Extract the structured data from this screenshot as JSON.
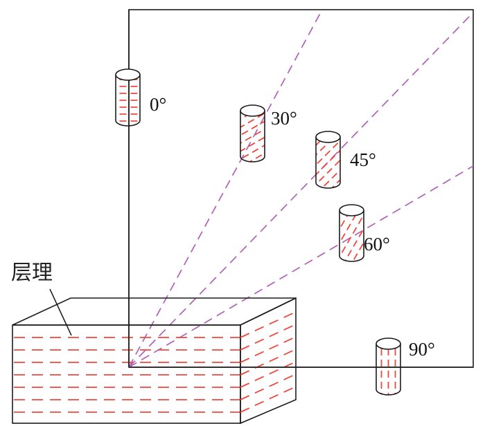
{
  "title_label": "层理",
  "samples": [
    {
      "angle": 0,
      "label": "0°"
    },
    {
      "angle": 30,
      "label": "30°"
    },
    {
      "angle": 45,
      "label": "45°"
    },
    {
      "angle": 60,
      "label": "60°"
    },
    {
      "angle": 90,
      "label": "90°"
    }
  ],
  "colors": {
    "layer": "#f0473c",
    "direction": "#b060b8",
    "outline": "#1a1a1a"
  }
}
